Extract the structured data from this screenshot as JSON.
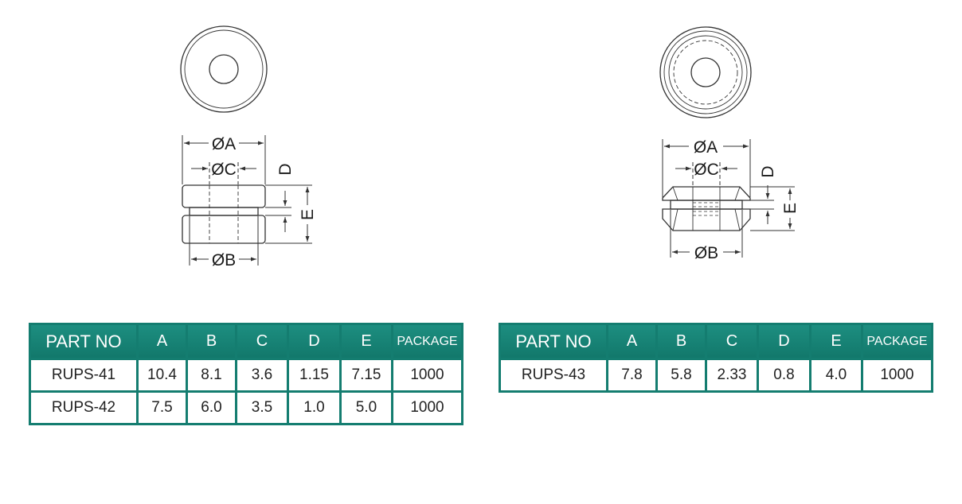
{
  "drawings": {
    "left": {
      "labels": {
        "dia_a": "ØA",
        "dia_c": "ØC",
        "dim_d": "D",
        "dim_e": "E",
        "dia_b": "ØB"
      }
    },
    "right": {
      "labels": {
        "dia_a": "ØA",
        "dia_c": "ØC",
        "dim_d": "D",
        "dim_e": "E",
        "dia_b": "ØB"
      }
    }
  },
  "colors": {
    "header": "#147d70",
    "line": "#333333"
  },
  "tables": {
    "left": {
      "headers": [
        "PART NO",
        "A",
        "B",
        "C",
        "D",
        "E",
        "PACKAGE"
      ],
      "rows": [
        [
          "RUPS-41",
          "10.4",
          "8.1",
          "3.6",
          "1.15",
          "7.15",
          "1000"
        ],
        [
          "RUPS-42",
          "7.5",
          "6.0",
          "3.5",
          "1.0",
          "5.0",
          "1000"
        ]
      ]
    },
    "right": {
      "headers": [
        "PART NO",
        "A",
        "B",
        "C",
        "D",
        "E",
        "PACKAGE"
      ],
      "rows": [
        [
          "RUPS-43",
          "7.8",
          "5.8",
          "2.33",
          "0.8",
          "4.0",
          "1000"
        ]
      ]
    }
  }
}
